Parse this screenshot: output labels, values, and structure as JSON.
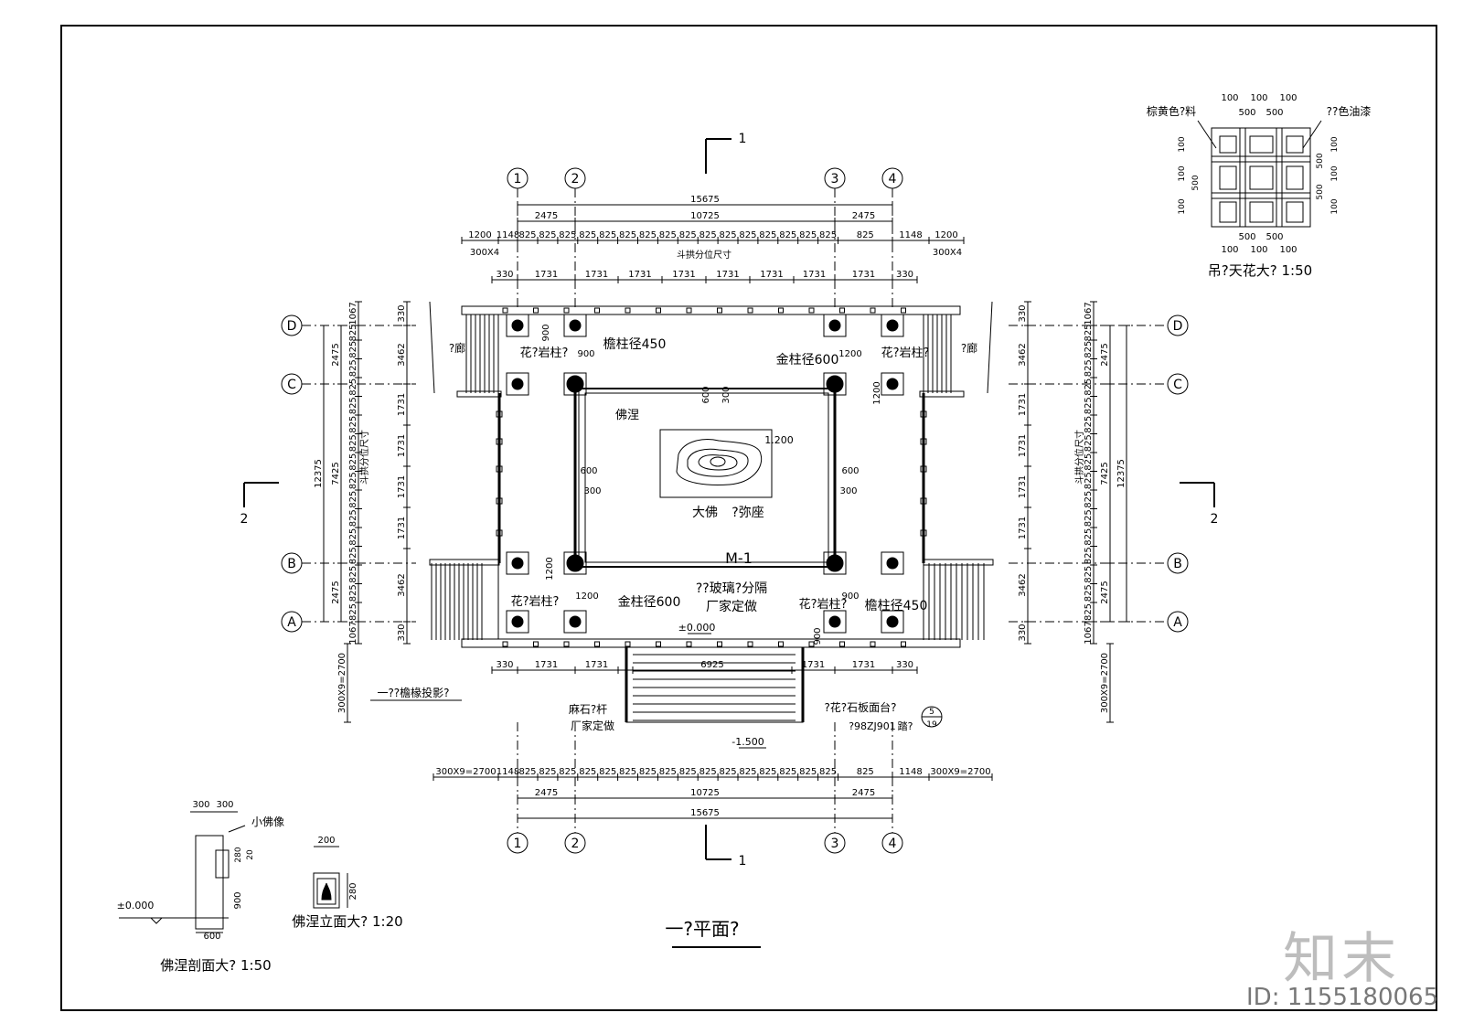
{
  "drawing": {
    "plan_title": "一?平面?",
    "ceiling_title": "吊?天花大? 1:50",
    "section_title": "佛涅剖面大? 1:50",
    "elevation_title": "佛涅立面大? 1:20",
    "watermark_logo": "知末",
    "id_text": "ID: 1155180065"
  },
  "axes": {
    "columns": [
      "1",
      "2",
      "3",
      "4"
    ],
    "rows": [
      "D",
      "C",
      "B",
      "A"
    ],
    "sections": [
      "1",
      "2"
    ]
  },
  "dims": {
    "overall": "15675",
    "middle": "10725",
    "side": "2475",
    "bay": "825",
    "end": "1148",
    "outer": "1200",
    "rafter": "300X4",
    "dougong": "斗拱分位尺寸",
    "col": "1731",
    "edge": "330",
    "stair_w": "6925",
    "step_run": "300X9=2700",
    "v_total": "12375",
    "v_mid": "7425",
    "v_side": "2475",
    "v_end": "3462",
    "v_edge": "1067",
    "ceil_a": "100",
    "ceil_b": "500",
    "small_300": "300",
    "small_280": "280",
    "small_900": "900",
    "small_600": "600",
    "small_200": "200",
    "small_20": "20",
    "col_1200": "1200",
    "col_900": "900",
    "col_600": "600",
    "col_300": "300"
  },
  "labels": {
    "corridor": "?廊",
    "flower_col": "花?岩柱?",
    "eave_col": "檐柱径450",
    "gold_col": "金柱径600",
    "buddha_niche": "佛涅",
    "big_buddha": "大佛",
    "sumeru": "?弥座",
    "elev_120": "1.200",
    "door": "M-1",
    "glass": "??玻璃?分隔",
    "factory": "厂家定做",
    "level0": "±0.000",
    "level_neg": "-1.500",
    "eave_proj": "一??檐椽投影?",
    "stone_rail": "麻石?杆",
    "stone_deck": "?花?石板面台?",
    "ref_std": "?98ZJ901",
    "ref_step": "踏?",
    "ref_num": "5",
    "ref_den": "19",
    "brown": "棕黄色?料",
    "paint": "??色油漆",
    "small_buddha": "小佛像"
  }
}
